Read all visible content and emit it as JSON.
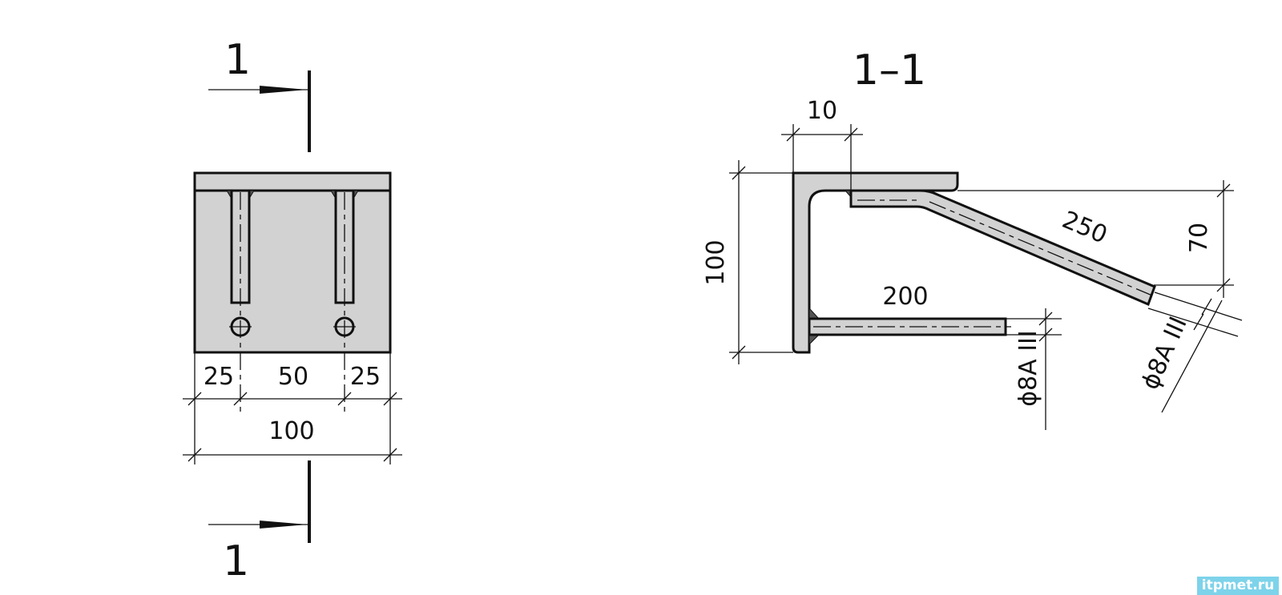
{
  "plan_view": {
    "section_mark_top": "1",
    "section_mark_bottom": "1",
    "dimensions": {
      "left": "25",
      "middle": "50",
      "right": "25",
      "total": "100"
    }
  },
  "section_view": {
    "title": "1–1",
    "dimensions": {
      "flange_offset": "10",
      "height": "100",
      "rise": "70",
      "inclined_length": "250",
      "horizontal_length": "200",
      "horizontal_bar_spec": "ϕ8A III",
      "inclined_bar_spec": "ϕ8A III"
    }
  },
  "watermark": "itpmet.ru",
  "colors": {
    "steel": "#d2d2d2",
    "weld": "#555555",
    "watermark_bg": "#7dd3ea"
  }
}
